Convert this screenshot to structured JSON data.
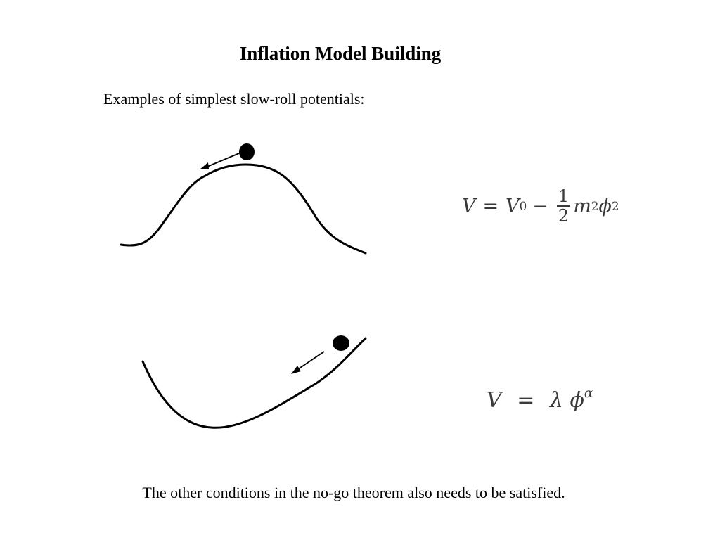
{
  "slide": {
    "title": "Inflation Model Building",
    "intro": "Examples of simplest slow-roll potentials:",
    "footer": "The other conditions in the no-go theorem also needs to be satisfied."
  },
  "equations": {
    "hilltop": {
      "lhs": "V",
      "equals": "=",
      "v0_base": "V",
      "v0_sub": "0",
      "minus": "−",
      "frac_num": "1",
      "frac_den": "2",
      "m": "m",
      "m_exp": "2",
      "phi": "ϕ",
      "phi_exp": "2"
    },
    "power_law": {
      "lhs": "V",
      "equals": "=",
      "lambda": "λ",
      "phi": "ϕ",
      "alpha": "α"
    }
  },
  "colors": {
    "ink": "#000000",
    "equation_ink": "#3a3a3a",
    "background": "#ffffff"
  }
}
